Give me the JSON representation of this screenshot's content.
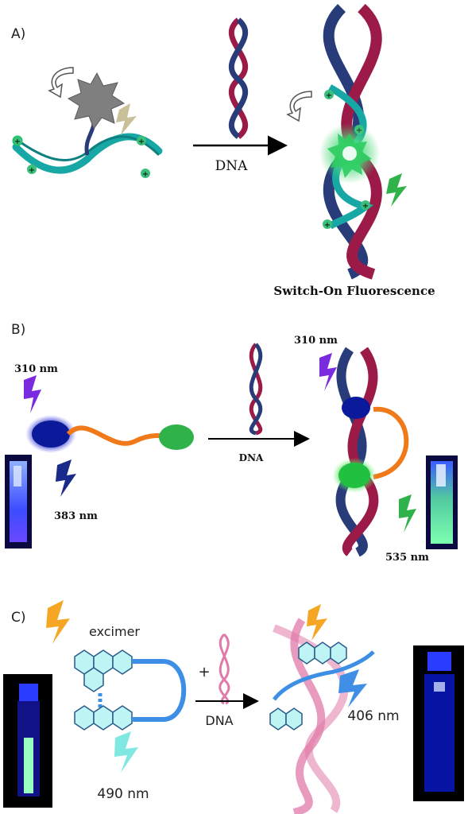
{
  "panel_a": {
    "label": "A)",
    "arrow_label": "DNA",
    "caption": "Switch-On Fluorescence",
    "colors": {
      "teal": "#17a8a6",
      "crimson": "#9b1a48",
      "navy": "#283c7a",
      "star_gray": "#7f7f7f",
      "glow_green": "#3fd16a"
    }
  },
  "panel_b": {
    "label": "B)",
    "excitation_left": "310 nm",
    "emission_left": "383 nm",
    "arrow_label": "DNA",
    "excitation_right": "310 nm",
    "emission_right": "535 nm",
    "colors": {
      "orange": "#f07a1a",
      "blue_oval": "#0a1a9a",
      "green_oval": "#2fb24a",
      "violet_bolt": "#7a2be0",
      "navy_bolt": "#1a2a8a"
    }
  },
  "panel_c": {
    "label": "C)",
    "excimer": "excimer",
    "plus": "+",
    "arrow_label": "DNA",
    "emission_right": "406 nm",
    "emission_left": "490 nm",
    "colors": {
      "pink": "#e07aa8",
      "blue_loop": "#3d8fe6",
      "orange_bolt": "#f5a623",
      "cyan_bolt": "#7fe8e0",
      "blue_bolt": "#3f8fe6"
    }
  }
}
